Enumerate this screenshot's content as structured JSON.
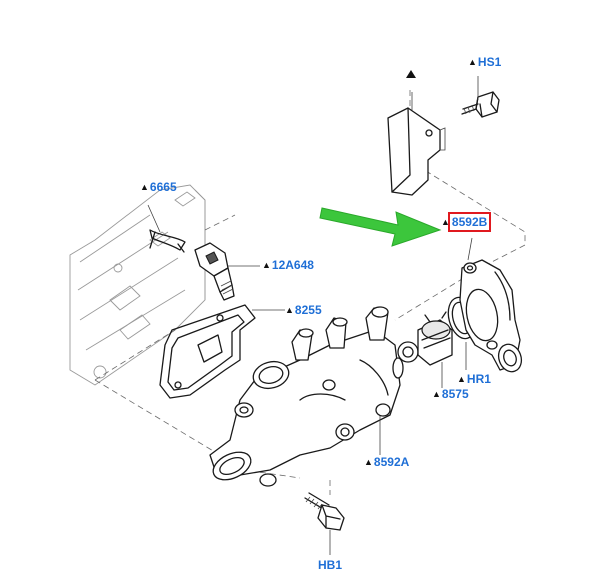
{
  "diagram": {
    "accent_color": "#1f6fd6",
    "highlight_color": "#e0191f",
    "arrow_color": "#3cc63c",
    "callouts": [
      {
        "code": "HS1",
        "boxed": false
      },
      {
        "code": "6665",
        "boxed": false
      },
      {
        "code": "8592B",
        "boxed": true
      },
      {
        "code": "12A648",
        "boxed": false
      },
      {
        "code": "8255",
        "boxed": false
      },
      {
        "code": "HR1",
        "boxed": false
      },
      {
        "code": "8575",
        "boxed": false
      },
      {
        "code": "8592A",
        "boxed": false
      },
      {
        "code": "HB1",
        "boxed": false
      }
    ],
    "marker_icon": "triangle-up-icon"
  }
}
